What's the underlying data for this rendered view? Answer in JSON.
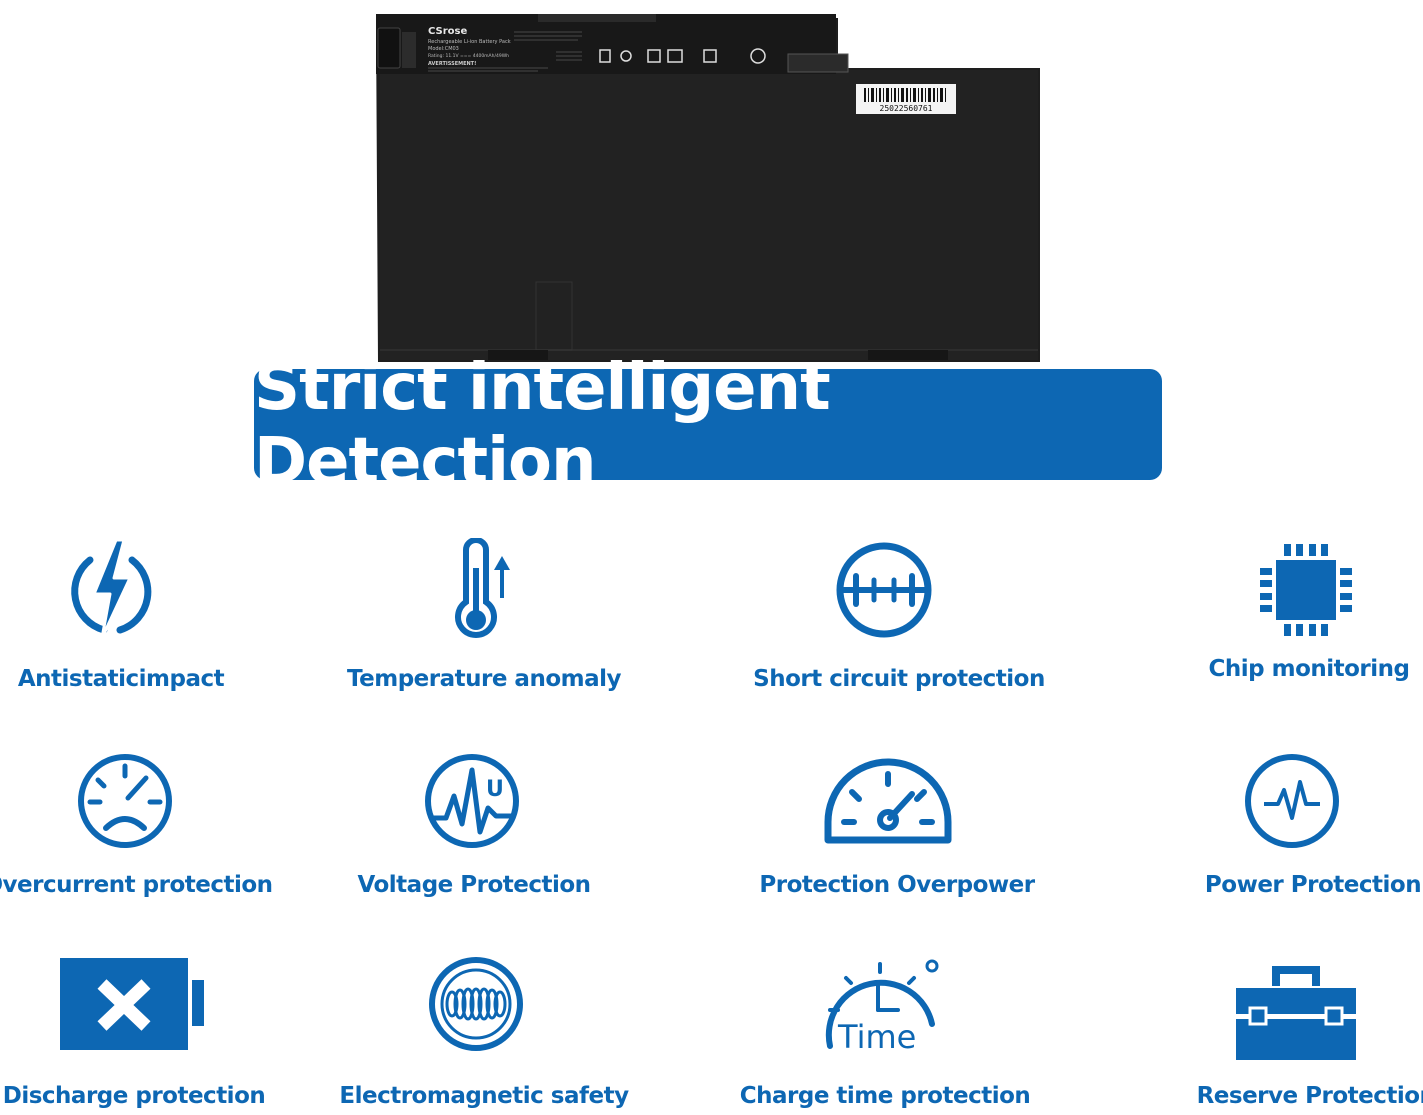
{
  "banner": {
    "title": "Strict intelligent Detection"
  },
  "battery": {
    "brand": "CSrose",
    "product_line": "Rechargeable Li-ion Battery Pack",
    "model": "Model:CM03",
    "rating": "Rating: 11.1V === 4400mAh/49Wh",
    "warning_heading": "AVERTISSEMENT!",
    "barcode_number": "25022560761"
  },
  "features": [
    {
      "label": "Antistaticimpact",
      "icon": "lightning-bolt-icon"
    },
    {
      "label": "Temperature anomaly",
      "icon": "thermometer-icon"
    },
    {
      "label": "Short circuit protection",
      "icon": "short-circuit-icon"
    },
    {
      "label": "Chip  monitoring",
      "icon": "chip-icon"
    },
    {
      "label": "Overcurrent protection",
      "icon": "sad-gauge-icon"
    },
    {
      "label": "Voltage Protection",
      "icon": "voltage-wave-icon"
    },
    {
      "label": "Protection Overpower",
      "icon": "speedometer-icon"
    },
    {
      "label": "Power  Protection",
      "icon": "pulse-icon"
    },
    {
      "label": "Discharge protection",
      "icon": "battery-x-icon"
    },
    {
      "label": "Electromagnetic safety",
      "icon": "coil-icon"
    },
    {
      "label": "Charge time protection",
      "icon": "clock-icon"
    },
    {
      "label": "Reserve Protection",
      "icon": "toolbox-icon"
    }
  ],
  "clock_icon_text": "Time",
  "voltage_icon_text": "U",
  "colors": {
    "accent": "#0d67b3",
    "battery": "#1c1c1c"
  }
}
